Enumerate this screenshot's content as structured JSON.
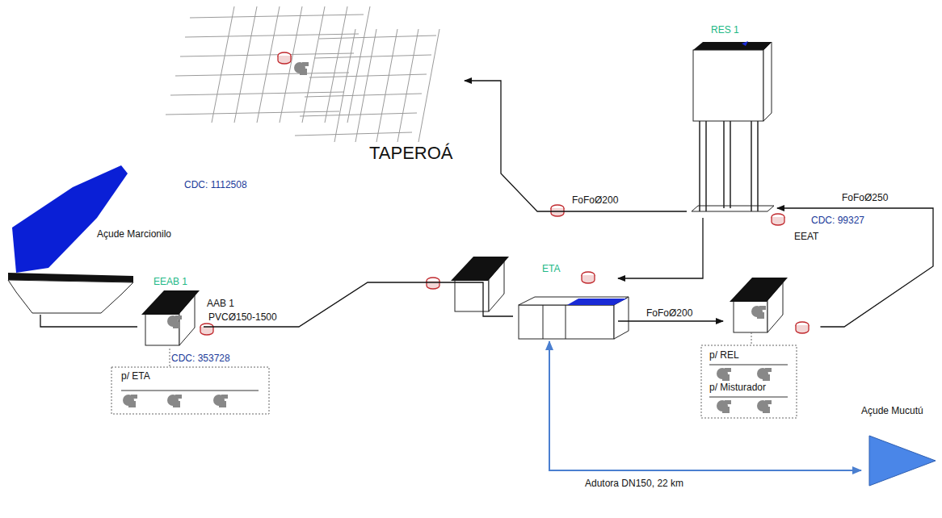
{
  "diagram": {
    "nodes": [
      {
        "text": [
          "Açude Marcionilo"
        ]
      },
      {
        "text": [
          "EEAB 1"
        ]
      },
      {
        "text": [
          "ETA"
        ]
      },
      {
        "text": [
          "EEAT"
        ]
      },
      {
        "text": [
          "RES 1"
        ]
      },
      {
        "text": [
          "TAPEROÁ"
        ]
      },
      {
        "text": [
          "Açude Mucutú"
        ]
      }
    ],
    "edges": [
      {
        "from": 0,
        "to": 1,
        "arrow": "none"
      },
      {
        "from": 1,
        "to": 2,
        "arrow": "none",
        "label": "PVCØ150-1500"
      },
      {
        "from": 2,
        "to": 3,
        "arrow": "to",
        "label": "FoFoØ200"
      },
      {
        "from": 3,
        "to": 4,
        "arrow": "to",
        "label": "FoFoØ250"
      },
      {
        "from": 4,
        "to": 2,
        "arrow": "to"
      },
      {
        "from": 4,
        "to": 5,
        "arrow": "to",
        "label": "FoFoØ200"
      },
      {
        "from": 6,
        "to": 2,
        "arrow": "both",
        "label": "Adutora DN150, 22 km"
      }
    ],
    "labels": [
      "CDC: 1112508",
      "AAB 1",
      "CDC: 353728",
      "p/ ETA",
      "CDC: 99327",
      "p/ REL",
      "p/ Misturador"
    ]
  }
}
